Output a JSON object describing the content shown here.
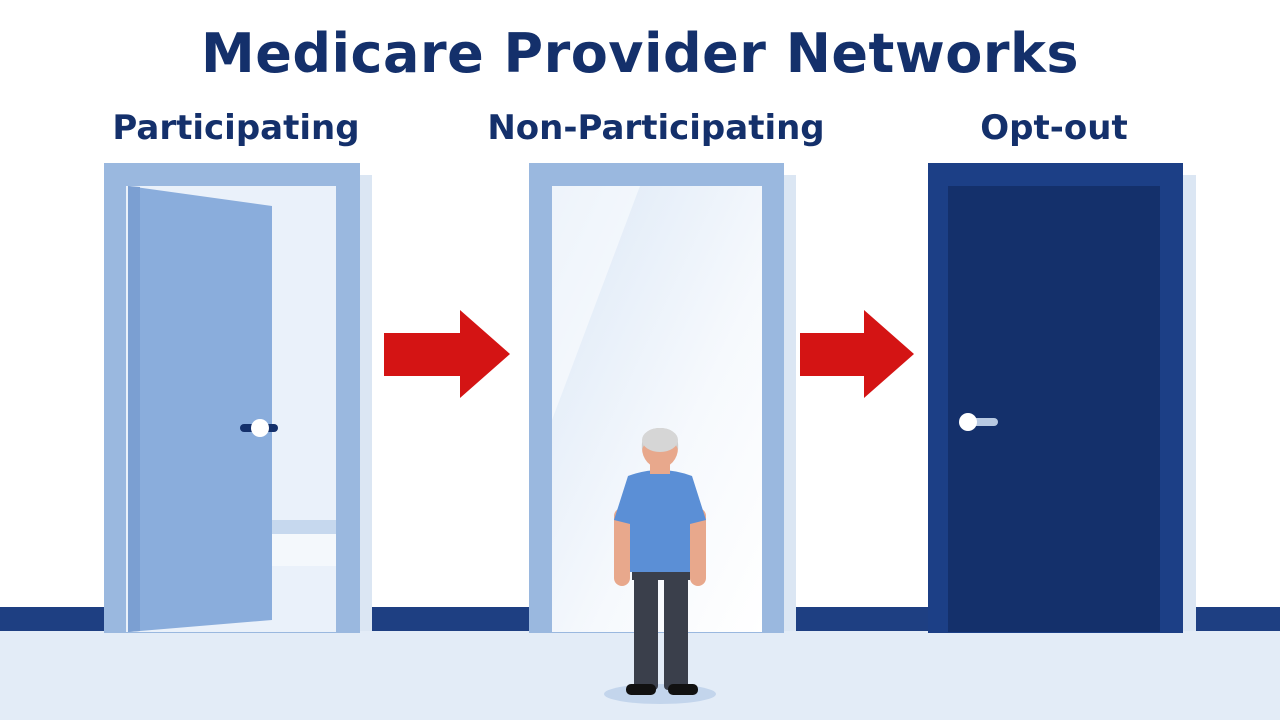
{
  "title": "Medicare Provider Networks",
  "doors": [
    {
      "label": "Participating",
      "state": "open"
    },
    {
      "label": "Non-Participating",
      "state": "open-doorway"
    },
    {
      "label": "Opt-out",
      "state": "closed"
    }
  ],
  "arrows": [
    {
      "from": "Participating",
      "to": "Non-Participating"
    },
    {
      "from": "Non-Participating",
      "to": "Opt-out"
    }
  ],
  "figure": "elderly-person-standing-in-doorway",
  "colors": {
    "title": "#14306b",
    "frame_light": "#9ab8df",
    "door_light": "#8aaddc",
    "door_dark": "#14306b",
    "frame_dark": "#1c3f86",
    "arrow": "#d41414",
    "floor": "#e3ecf7",
    "baseboard": "#1e3f82"
  }
}
